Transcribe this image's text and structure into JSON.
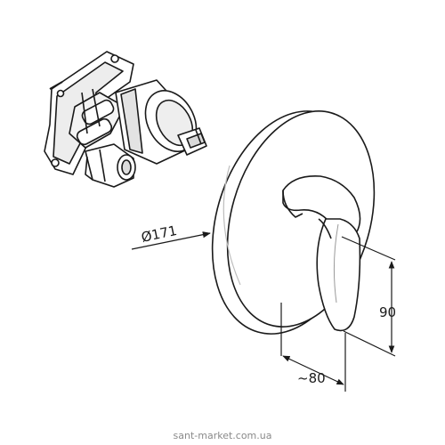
{
  "diagram": {
    "dimensions": {
      "diameter": {
        "label": "Ø171"
      },
      "height": {
        "label": "90"
      },
      "depth": {
        "label": "~80"
      }
    },
    "colors": {
      "line": "#1a1a1a",
      "fill": "#ffffff",
      "shade": "#d9d9d9"
    }
  },
  "watermark": {
    "text": "sant-market.com.ua"
  }
}
